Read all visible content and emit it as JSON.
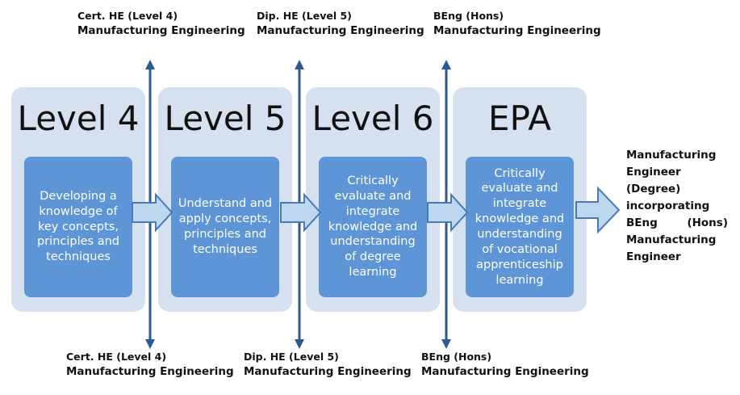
{
  "top_captions": [
    {
      "line1": "Cert. HE (Level 4)",
      "line2": "Manufacturing Engineering"
    },
    {
      "line1": "Dip. HE (Level 5)",
      "line2": "Manufacturing Engineering"
    },
    {
      "line1": "BEng (Hons)",
      "line2": "Manufacturing Engineering"
    }
  ],
  "bottom_captions": [
    {
      "line1": "Cert. HE (Level 4)",
      "line2": "Manufacturing Engineering"
    },
    {
      "line1": "Dip. HE (Level 5)",
      "line2": "Manufacturing Engineering"
    },
    {
      "line1": "BEng (Hons)",
      "line2": "Manufacturing Engineering"
    }
  ],
  "stages": [
    {
      "title": "Level 4",
      "description": "Developing a knowledge of key concepts, principles and techniques"
    },
    {
      "title": "Level 5",
      "description": "Understand and apply concepts, principles and techniques"
    },
    {
      "title": "Level 6",
      "description": "Critically evaluate and integrate knowledge and understanding of degree learning"
    },
    {
      "title": "EPA",
      "description": "Critically evaluate and integrate knowledge and understanding of vocational apprenticeship learning"
    }
  ],
  "outcome": {
    "line1": "Manufacturing",
    "line2": "Engineer",
    "line3": "(Degree)",
    "line4": "incorporating",
    "line5a": "BEng",
    "line5b": "(Hons)",
    "line6": "Manufacturing",
    "line7": "Engineer"
  },
  "colors": {
    "panel": "#d6e1ef",
    "inner_box": "#5d95d6",
    "arrow_fill": "#bdd7ee",
    "arrow_stroke": "#4a7ab5",
    "divider": "#2d5a8c"
  }
}
